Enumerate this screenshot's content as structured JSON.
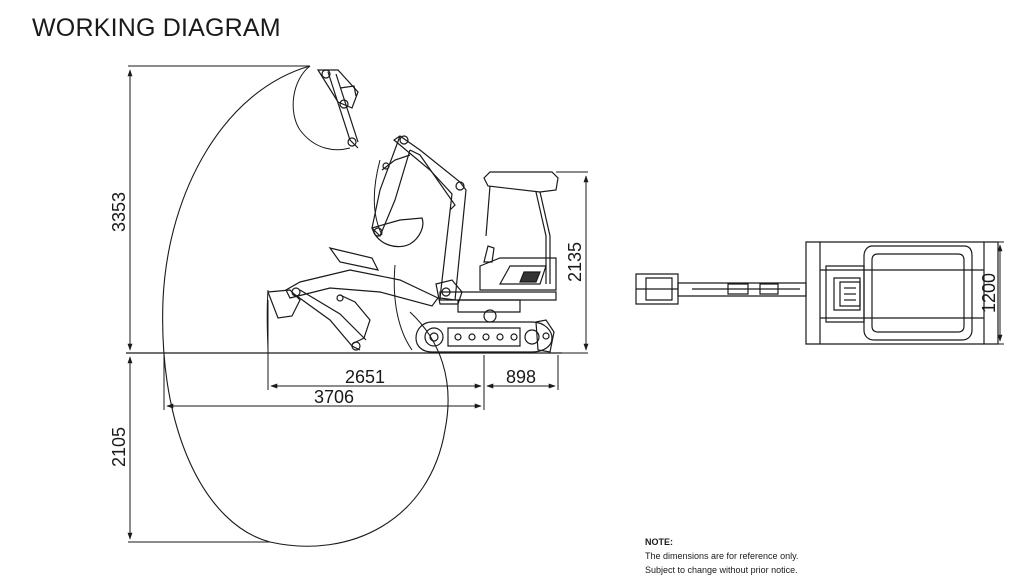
{
  "title": "WORKING DIAGRAM",
  "dimensions": {
    "max_dig_height": "3353",
    "max_dig_depth": "2105",
    "overall_height": "2135",
    "track_width": "1200",
    "reach_a": "2651",
    "reach_b": "898",
    "max_reach": "3706"
  },
  "note": {
    "heading": "NOTE:",
    "line1": "The dimensions are for reference only.",
    "line2": "Subject to change without prior notice."
  },
  "colors": {
    "line": "#1a1a1a",
    "fill_light": "#ffffff",
    "fill_dark": "#333333"
  }
}
